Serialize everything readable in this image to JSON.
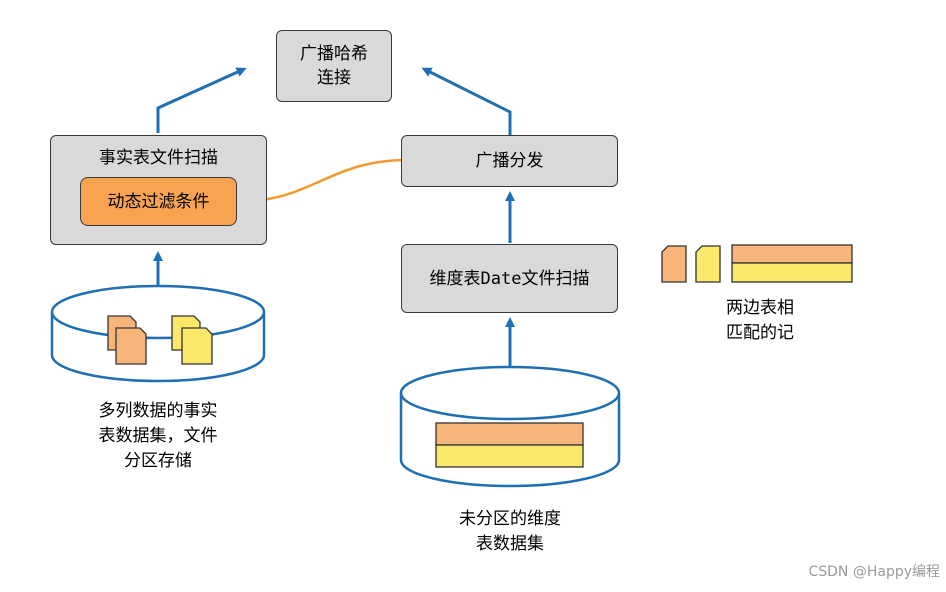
{
  "nodes": {
    "broadcast_hash_join": [
      "广播哈希",
      "连接"
    ],
    "fact_scan": "事实表文件扫描",
    "dynamic_filter": "动态过滤条件",
    "broadcast_dist": "广播分发",
    "dim_scan_prefix": "维度表",
    "dim_scan_mono": "Date",
    "dim_scan_suffix": "文件扫描"
  },
  "labels": {
    "fact_dataset": [
      "多列数据的事实",
      "表数据集，文件",
      "分区存储"
    ],
    "dim_dataset": [
      "未分区的维度",
      "表数据集"
    ],
    "legend": [
      "两边表相",
      "匹配的记"
    ]
  },
  "watermark": "CSDN @Happy编程",
  "colors": {
    "arrow_blue": "#1f6fb2",
    "arrow_orange": "#f29a2e",
    "box_gray": "#d9d9d9",
    "file_orange": "#f7b57a",
    "file_yellow": "#fbe76a",
    "filter_orange": "#f7a350"
  }
}
